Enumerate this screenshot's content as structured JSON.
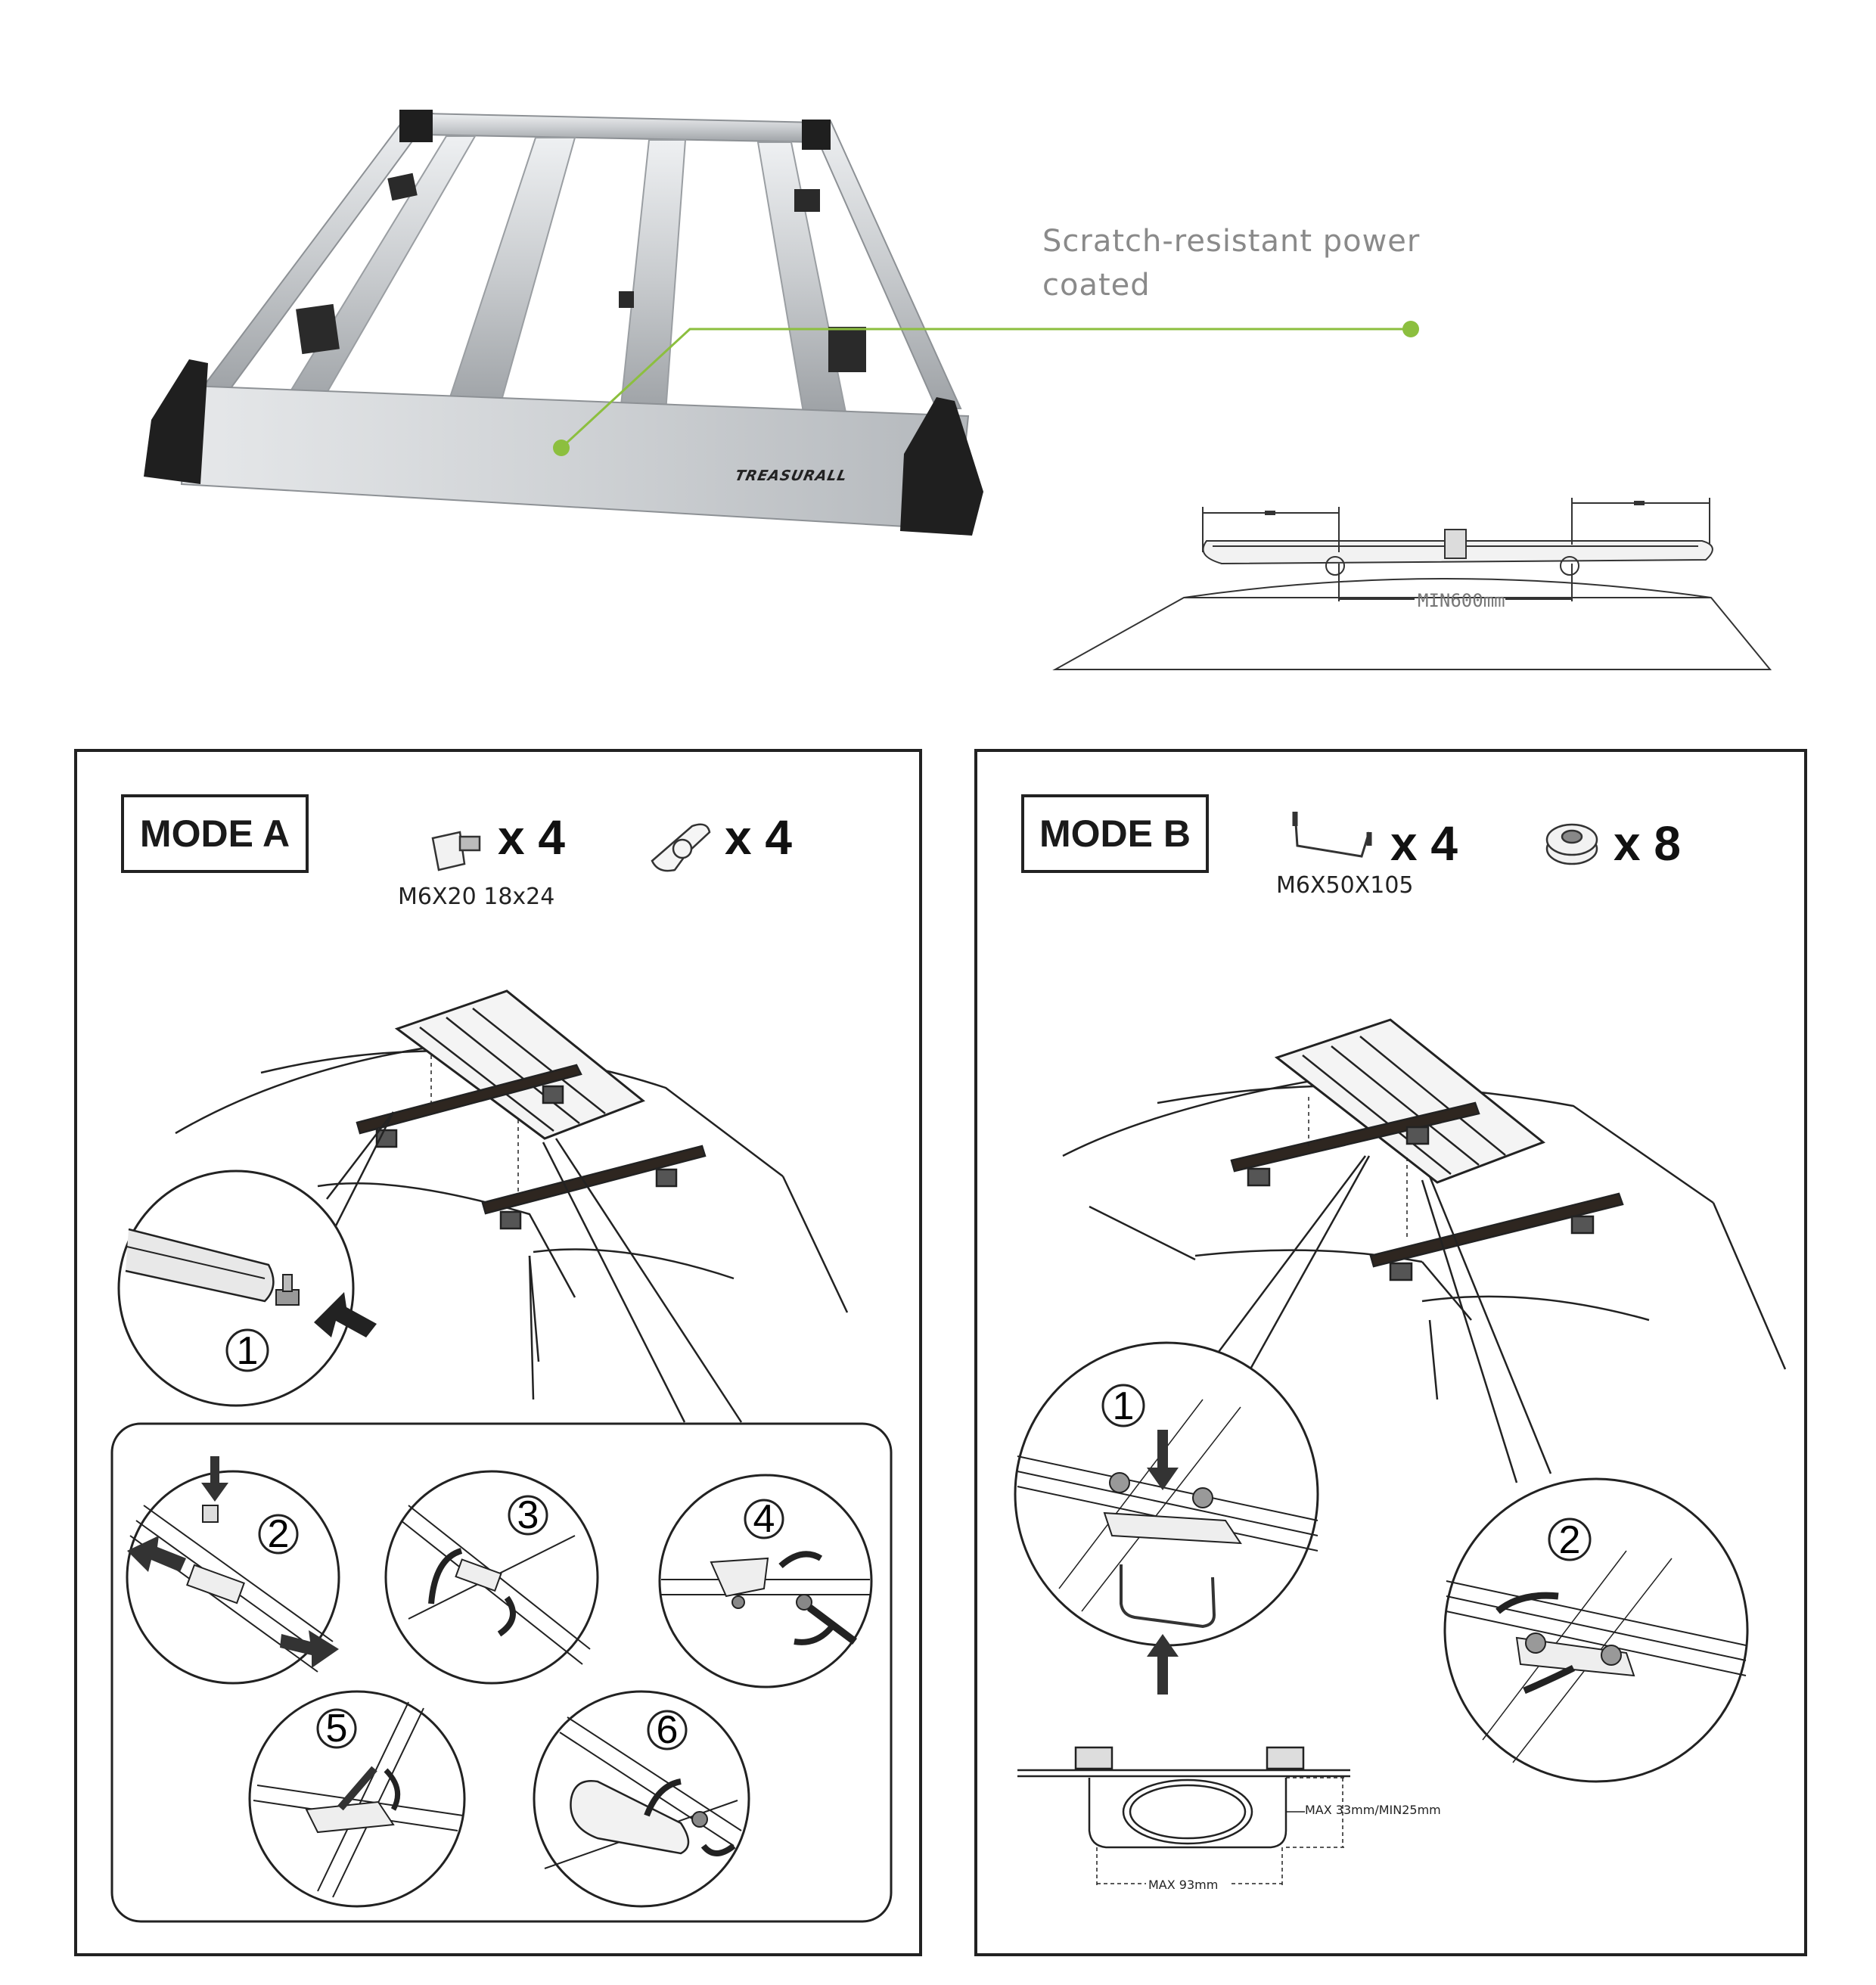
{
  "product": {
    "brand": "TREASURALL",
    "callout": "Scratch-resistant power coated",
    "min_spacing_label": "MIN600mm",
    "colors": {
      "callout_line": "#8cbf3f",
      "rack_silver": "#d4d6d8",
      "end_cap": "#1c1c1c"
    }
  },
  "mode_a": {
    "label": "MODE A",
    "parts": [
      {
        "icon": "t-bolt-icon",
        "qty": "x 4",
        "spec": "M6X20  18x24"
      },
      {
        "icon": "wing-nut-icon",
        "qty": "x 4",
        "spec": ""
      }
    ],
    "steps": [
      "1",
      "2",
      "3",
      "4",
      "5",
      "6"
    ]
  },
  "mode_b": {
    "label": "MODE B",
    "parts": [
      {
        "icon": "u-bolt-icon",
        "qty": "x 4",
        "spec": "M6X50X105"
      },
      {
        "icon": "knob-nut-icon",
        "qty": "x 8",
        "spec": ""
      }
    ],
    "steps": [
      "1",
      "2"
    ],
    "dimensions": {
      "height": "MAX 33mm/MIN25mm",
      "width": "MAX 93mm"
    }
  }
}
